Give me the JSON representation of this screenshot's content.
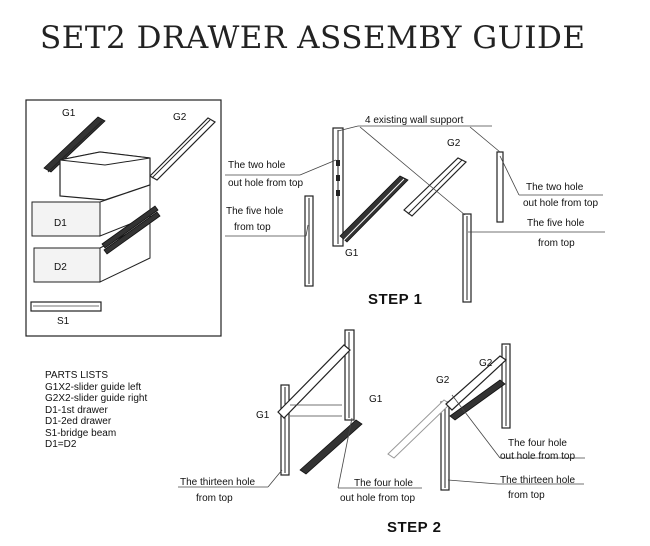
{
  "title": "SET2 DRAWER ASSEMBY GUIDE",
  "parts_box": {
    "g1": "G1",
    "g2": "G2",
    "d1": "D1",
    "d2": "D2",
    "s1": "S1"
  },
  "parts_list": {
    "heading": "PARTS LISTS",
    "items": [
      "G1X2-slider guide left",
      "G2X2-slider guide right",
      "D1-1st drawer",
      "D1-2ed drawer",
      "S1-bridge beam",
      "D1=D2"
    ]
  },
  "step1": {
    "label": "STEP 1",
    "wall_support": "4 existing wall support",
    "g1": "G1",
    "g2": "G2",
    "left_two_hole_1": "The two hole",
    "left_two_hole_2": "out hole from top",
    "left_five_hole_1": "The five hole",
    "left_five_hole_2": "from top",
    "right_two_hole_1": "The two hole",
    "right_two_hole_2": "out hole from top",
    "right_five_hole_1": "The five hole",
    "right_five_hole_2": "from top"
  },
  "step2": {
    "label": "STEP 2",
    "g1_left": "G1",
    "g1_mid": "G1",
    "g2_a": "G2",
    "g2_b": "G2",
    "thirteen_left_1": "The thirteen hole",
    "thirteen_left_2": "from top",
    "four_mid_1": "The four hole",
    "four_mid_2": "out hole from top",
    "four_right_1": "The four hole",
    "four_right_2": "out hole from top",
    "thirteen_right_1": "The thirteen hole",
    "thirteen_right_2": "from top"
  }
}
